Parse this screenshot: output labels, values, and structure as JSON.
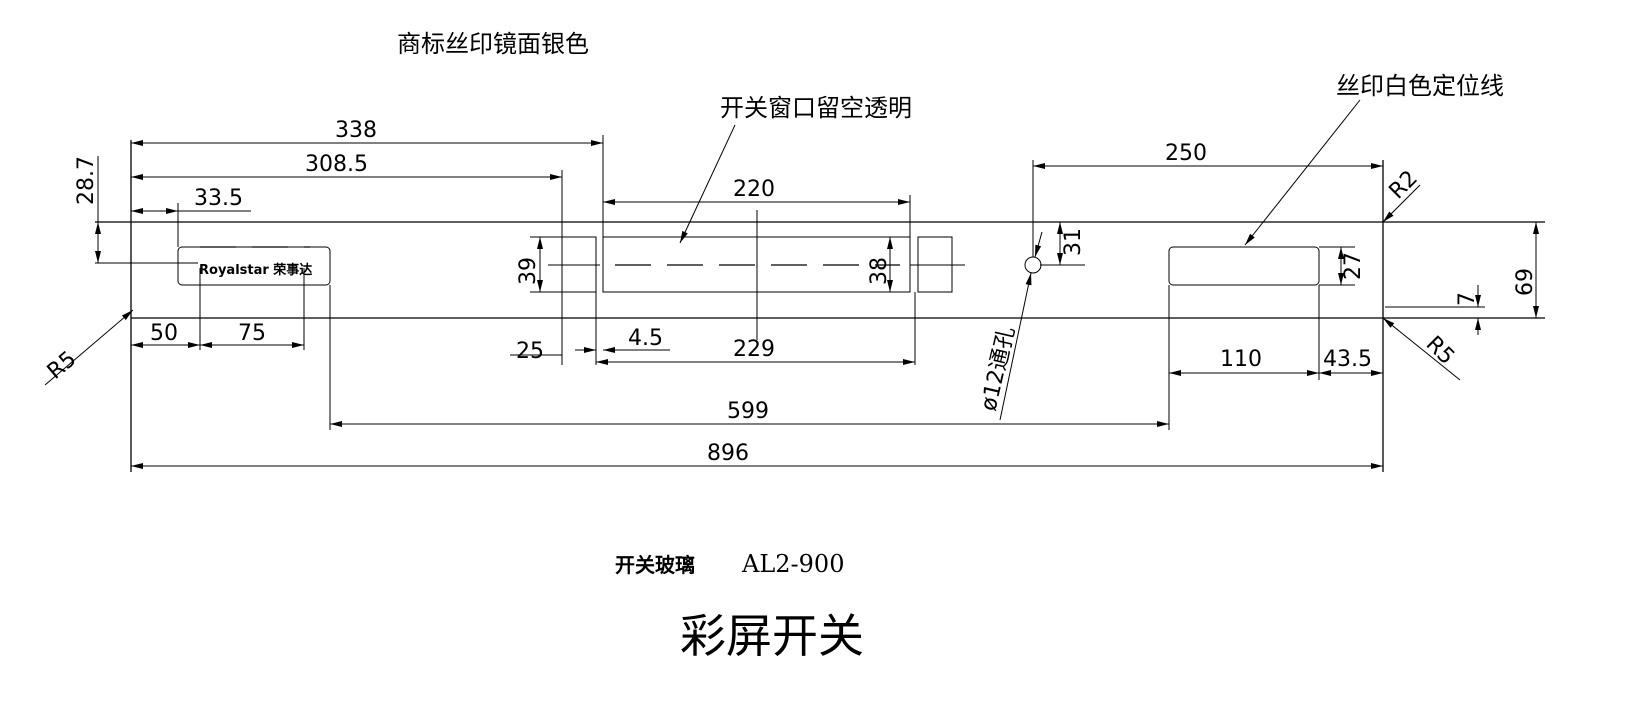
{
  "annotations": {
    "logo_silkscreen": "商标丝印镜面银色",
    "switch_window": "开关窗口留空透明",
    "white_locator": "丝印白色定位线",
    "hole": "ø12通孔"
  },
  "logo_text": "Royalstar 荣事达",
  "dimensions": {
    "d338": "338",
    "d308_5": "308.5",
    "d33_5": "33.5",
    "d28_7": "28.7",
    "d50": "50",
    "d75": "75",
    "d39": "39",
    "d220": "220",
    "d38": "38",
    "d25": "25",
    "d4_5": "4.5",
    "d229": "229",
    "d599": "599",
    "d896": "896",
    "d250": "250",
    "d31": "31",
    "d27": "27",
    "d69": "69",
    "d7": "7",
    "d110": "110",
    "d43_5": "43.5",
    "r5_left": "R5",
    "r2": "R2",
    "r5_right": "R5"
  },
  "title_block": {
    "part_name": "开关玻璃",
    "model": "AL2-900",
    "product": "彩屏开关"
  }
}
